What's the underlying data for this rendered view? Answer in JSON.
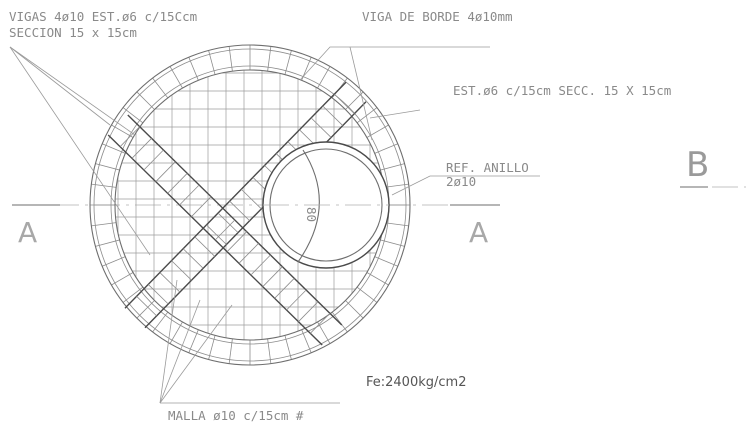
{
  "labels": {
    "vigas_line1": "VIGAS 4ø10 EST.ø6 c/15Ccm",
    "vigas_line2": "SECCION 15 x 15cm",
    "viga_borde": "VIGA DE BORDE 4ø10mm",
    "estribos": "EST.ø6 c/15cm SECC. 15 X 15cm",
    "ref_anillo_line1": "REF. ANILLO",
    "ref_anillo_line2": "2ø10",
    "malla": "MALLA ø10 c/15cm #",
    "fc": "Fe:2400kg/cm2",
    "center_mark": "80"
  },
  "section_marks": {
    "left": "A",
    "right": "A",
    "far_right": "B"
  },
  "colors": {
    "line": "#6e6e6e",
    "text": "#8a8a8a",
    "background": "#ffffff"
  }
}
